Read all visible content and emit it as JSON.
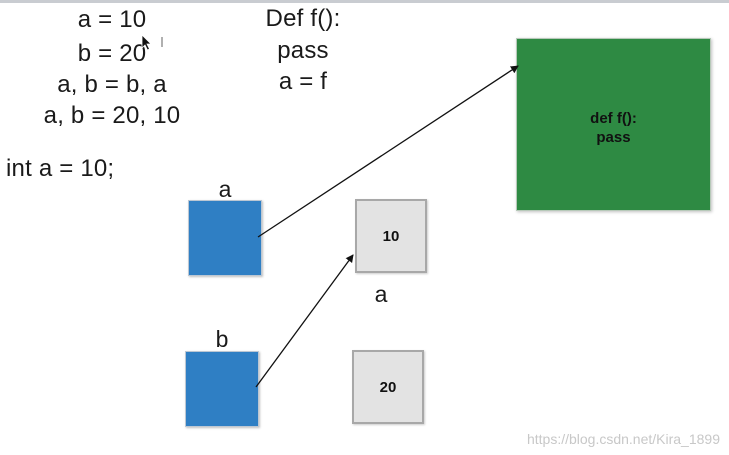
{
  "code": {
    "left_lines": [
      "a = 10",
      "b = 20",
      "a, b = b, a",
      "a, b = 20, 10"
    ],
    "declaration": "int a = 10;",
    "middle_lines": [
      "Def f():",
      "pass",
      "a = f"
    ]
  },
  "diagram": {
    "var_a_label": "a",
    "var_b_label": "b",
    "value_10": "10",
    "value_20": "20",
    "value_10_label": "a",
    "func_line1": "def f():",
    "func_line2": "pass",
    "colors": {
      "variable_box": "#2f7fc4",
      "value_box": "#e3e3e3",
      "function_box": "#2e8a43"
    }
  },
  "watermark": "https://blog.csdn.net/Kira_1899"
}
